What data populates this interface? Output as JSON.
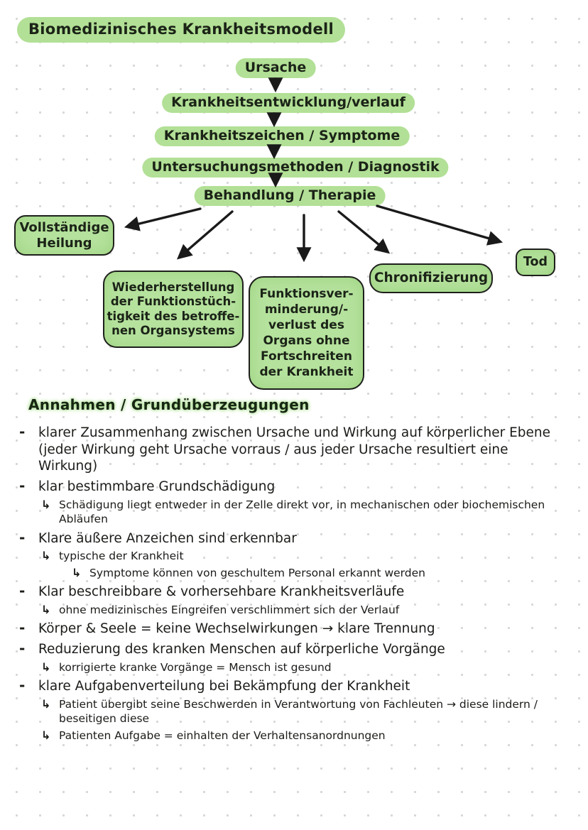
{
  "header": {
    "title": "Biomedizinisches Krankheitsmodell"
  },
  "flowchart": {
    "chain": [
      {
        "label": "Ursache"
      },
      {
        "label": "Krankheitsentwicklung/verlauf"
      },
      {
        "label": "Krankheitszeichen / Symptome"
      },
      {
        "label": "Untersuchungsmethoden / Diagnostik"
      },
      {
        "label": "Behandlung / Therapie"
      }
    ],
    "outcomes": [
      {
        "label": "Vollständige\nHeilung"
      },
      {
        "label": "Wiederherstellung\nder Funktionstüch-\ntigkeit des betroffe-\nnen Organsystems"
      },
      {
        "label": "Funktionsver-\nminderung/-\nverlust des\nOrgans ohne\nFortschreiten\nder Krankheit"
      },
      {
        "label": "Chronifizierung"
      },
      {
        "label": "Tod"
      }
    ]
  },
  "notes": {
    "heading": "Annahmen / Grundüberzeugungen",
    "bullet_glyph": "-",
    "sub_glyph": "↳",
    "items": [
      {
        "text": "klarer Zusammenhang zwischen Ursache und Wirkung auf körperlicher Ebene (jeder Wirkung geht Ursache vorraus / aus jeder Ursache resultiert eine Wirkung)",
        "subs": []
      },
      {
        "text": "klar bestimmbare Grundschädigung",
        "subs": [
          {
            "text": "Schädigung liegt entweder in der Zelle direkt vor, in mechanischen oder biochemischen Abläufen"
          }
        ]
      },
      {
        "text": "Klare äußere Anzeichen sind erkennbar",
        "subs": [
          {
            "text": "typische der Krankheit"
          },
          {
            "text": "Symptome können von geschultem Personal erkannt werden"
          }
        ]
      },
      {
        "text": "Klar beschreibbare & vorhersehbare Krankheitsverläufe",
        "subs": [
          {
            "text": "ohne medizinisches Eingreifen verschlimmert sich der Verlauf"
          }
        ]
      },
      {
        "text": "Körper & Seele = keine Wechselwirkungen → klare Trennung",
        "subs": []
      },
      {
        "text": "Reduzierung des kranken Menschen auf körperliche Vorgänge",
        "subs": [
          {
            "text": "korrigierte kranke Vorgänge = Mensch ist gesund"
          }
        ]
      },
      {
        "text": "klare Aufgabenverteilung bei Bekämpfung der Krankheit",
        "subs": [
          {
            "text": "Patient übergibt seine Beschwerden in Verantwortung von Fachleuten → diese lindern / beseitigen diese"
          },
          {
            "text": "Patienten Aufgabe = einhalten der Verhaltensanordnungen"
          }
        ]
      }
    ]
  },
  "colors": {
    "highlight_green": "#b2e096",
    "box_green": "#b5e29d",
    "ink": "#1d221b",
    "dot_grid": "#d6d6d6"
  }
}
